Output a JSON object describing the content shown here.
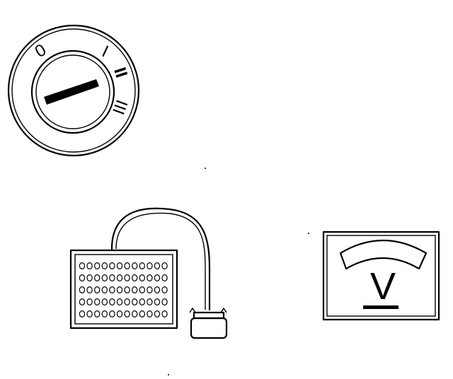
{
  "diagram": {
    "ignition_switch": {
      "positions": [
        "0",
        "I",
        "II",
        "III"
      ]
    },
    "voltmeter": {
      "unit_symbol": "V"
    },
    "connector": {
      "pin_rows": 5,
      "pins_per_row": 12
    },
    "colors": {
      "ink": "#000000",
      "paper": "#ffffff"
    }
  }
}
